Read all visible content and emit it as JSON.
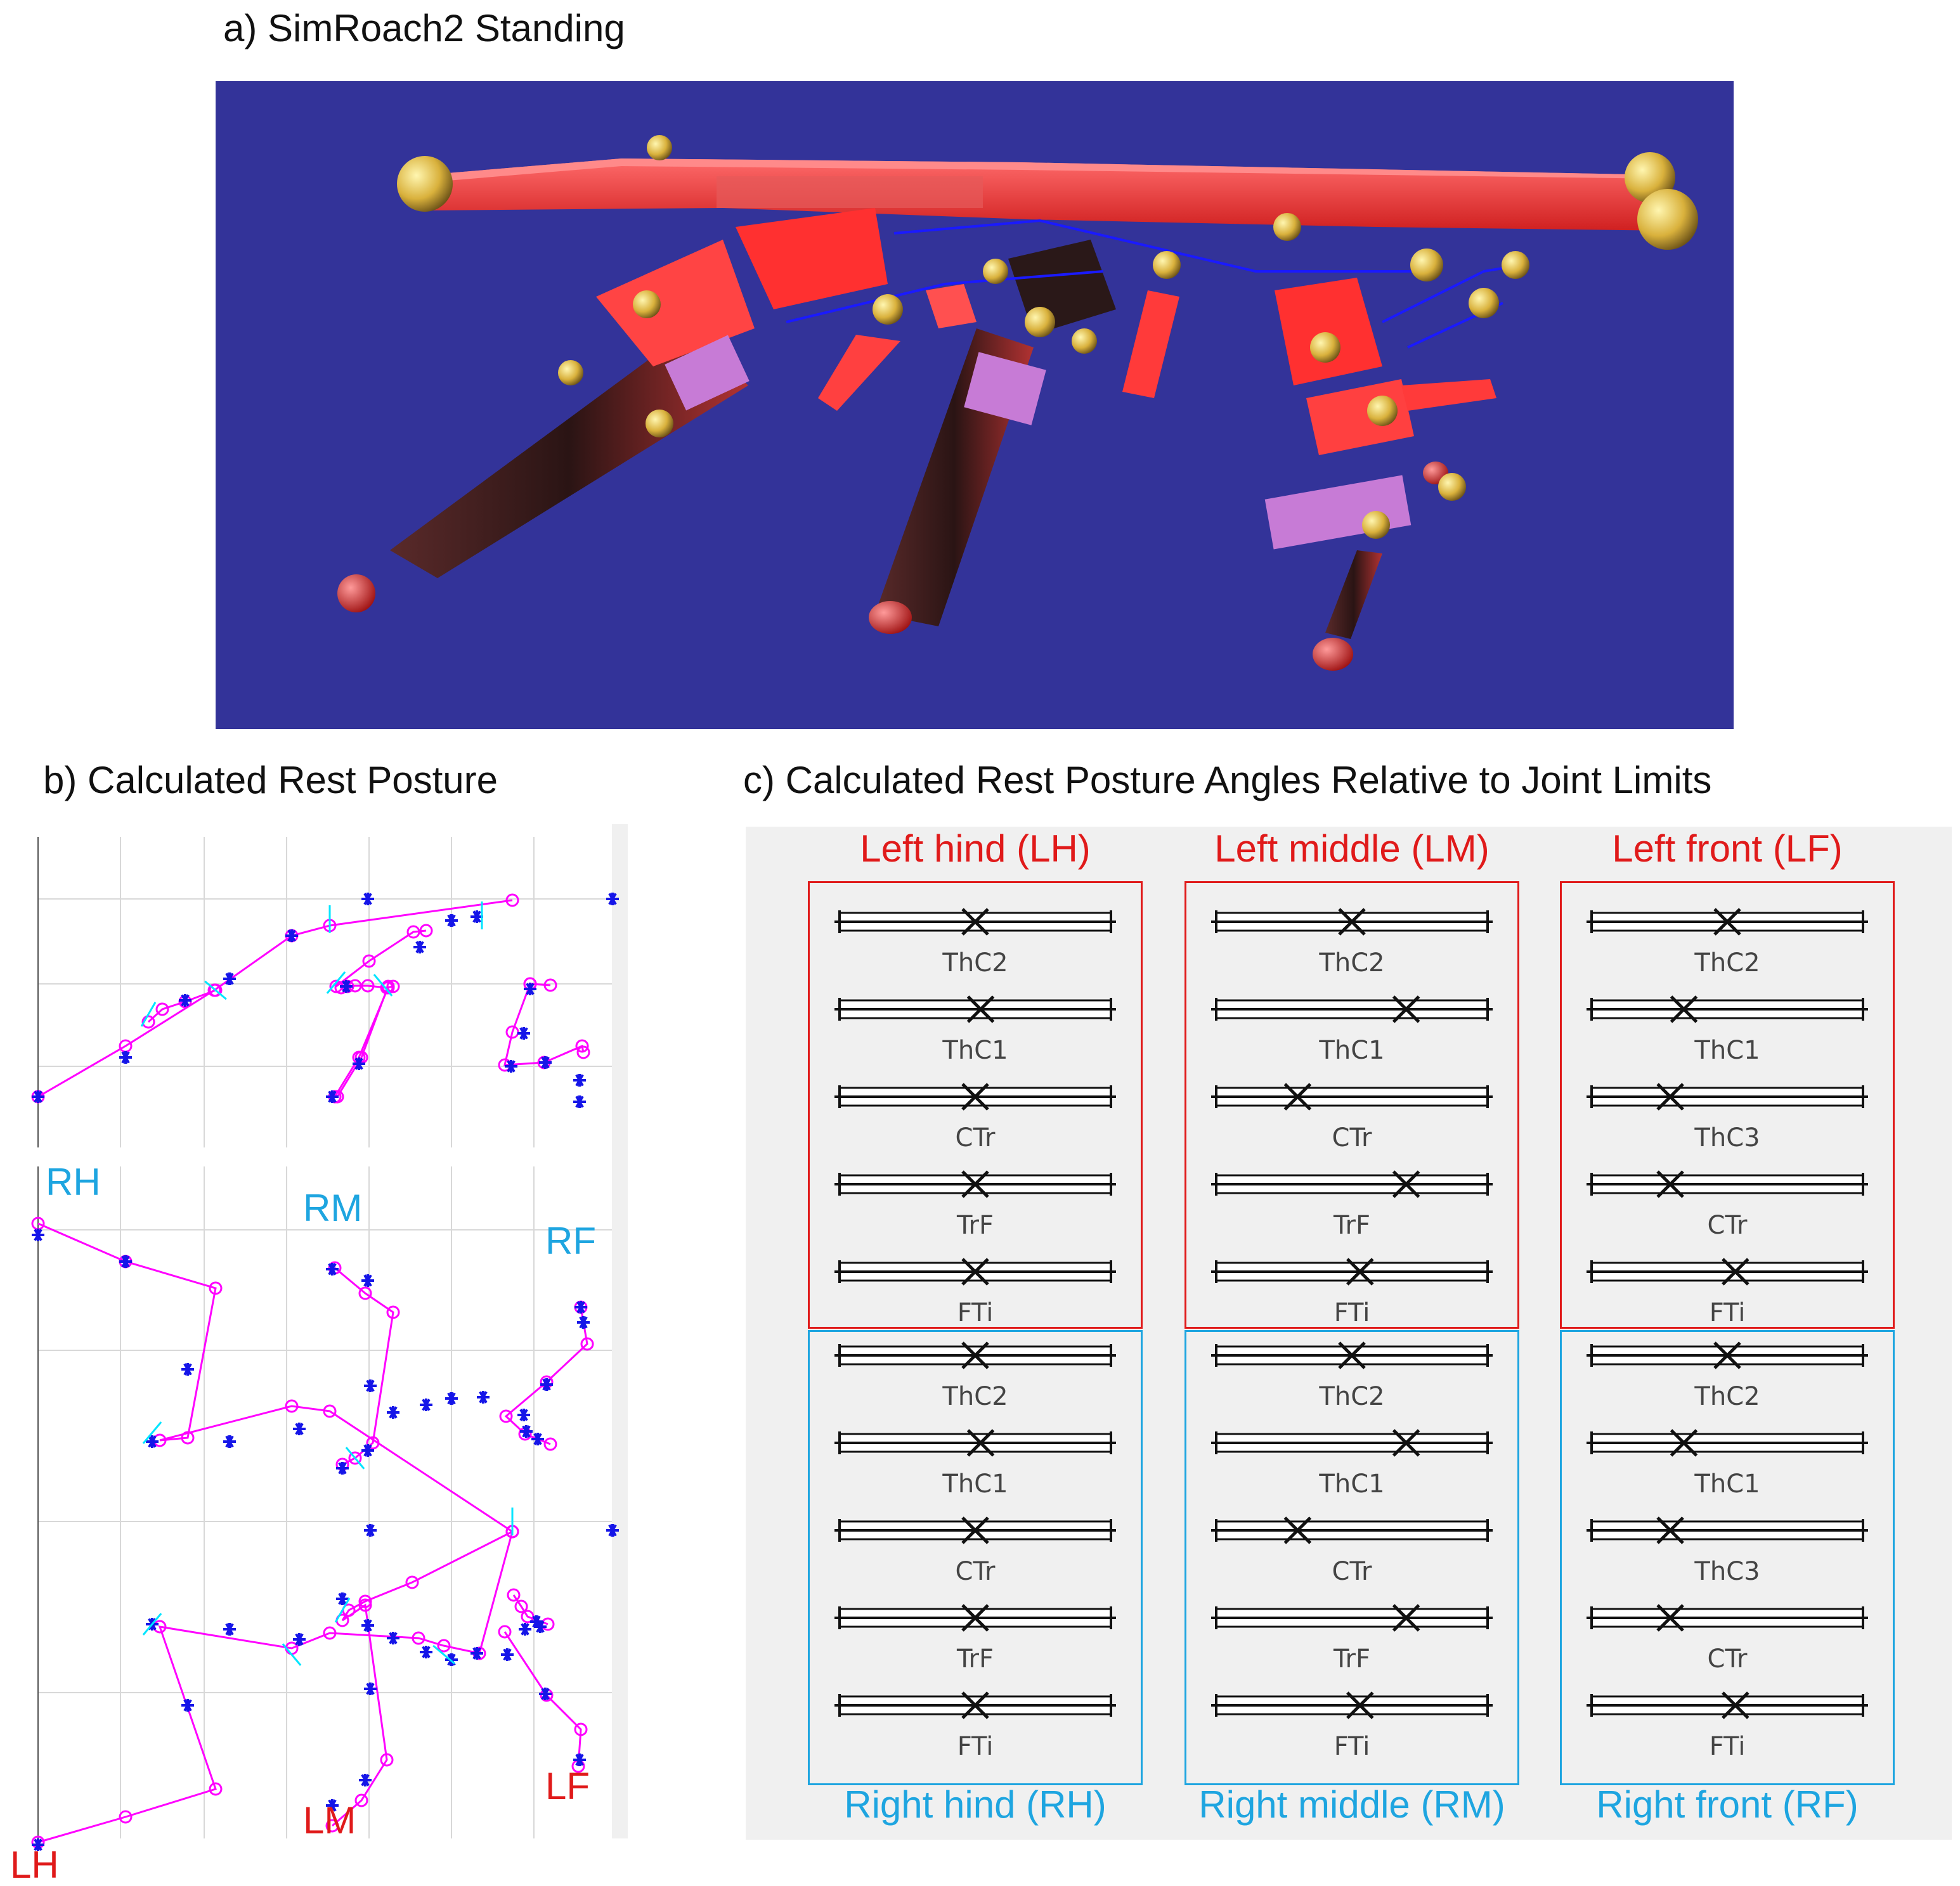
{
  "panel_a": {
    "title": "a) SimRoach2 Standing",
    "colors": {
      "background": "#333399",
      "body": "#ff3b3b",
      "dark": "#3a1e1e",
      "joint": "#d9c24a",
      "purple": "#c77bd6"
    }
  },
  "panel_b": {
    "title": "b) Calculated Rest Posture",
    "labels": {
      "rh": "RH",
      "rm": "RM",
      "rf": "RF",
      "lh": "LH",
      "lm": "LM",
      "lf": "LF"
    },
    "colors": {
      "line": "#ff00ff",
      "star": "#1515e8",
      "tick": "#00e5ff",
      "right": "#1ea5e0",
      "left": "#e01a1a"
    }
  },
  "panel_c": {
    "title": "c) Calculated Rest Posture Angles Relative to Joint Limits",
    "colors": {
      "left": "#e01a1a",
      "right": "#1ea5e0",
      "bg": "#f0f0f0"
    },
    "groups": [
      {
        "label": "Left hind (LH)",
        "side": "left",
        "col": 0,
        "joints": [
          {
            "name": "ThC2",
            "value": 0.5
          },
          {
            "name": "ThC1",
            "value": 0.52
          },
          {
            "name": "CTr",
            "value": 0.5
          },
          {
            "name": "TrF",
            "value": 0.5
          },
          {
            "name": "FTi",
            "value": 0.5
          }
        ]
      },
      {
        "label": "Left middle (LM)",
        "side": "left",
        "col": 1,
        "joints": [
          {
            "name": "ThC2",
            "value": 0.5
          },
          {
            "name": "ThC1",
            "value": 0.7
          },
          {
            "name": "CTr",
            "value": 0.3
          },
          {
            "name": "TrF",
            "value": 0.7
          },
          {
            "name": "FTi",
            "value": 0.53
          }
        ]
      },
      {
        "label": "Left front (LF)",
        "side": "left",
        "col": 2,
        "joints": [
          {
            "name": "ThC2",
            "value": 0.5
          },
          {
            "name": "ThC1",
            "value": 0.34
          },
          {
            "name": "ThC3",
            "value": 0.29
          },
          {
            "name": "CTr",
            "value": 0.29
          },
          {
            "name": "FTi",
            "value": 0.53
          }
        ]
      },
      {
        "label": "Right hind (RH)",
        "side": "right",
        "col": 0,
        "joints": [
          {
            "name": "ThC2",
            "value": 0.5
          },
          {
            "name": "ThC1",
            "value": 0.52
          },
          {
            "name": "CTr",
            "value": 0.5
          },
          {
            "name": "TrF",
            "value": 0.5
          },
          {
            "name": "FTi",
            "value": 0.5
          }
        ]
      },
      {
        "label": "Right middle (RM)",
        "side": "right",
        "col": 1,
        "joints": [
          {
            "name": "ThC2",
            "value": 0.5
          },
          {
            "name": "ThC1",
            "value": 0.7
          },
          {
            "name": "CTr",
            "value": 0.3
          },
          {
            "name": "TrF",
            "value": 0.7
          },
          {
            "name": "FTi",
            "value": 0.53
          }
        ]
      },
      {
        "label": "Right front (RF)",
        "side": "right",
        "col": 2,
        "joints": [
          {
            "name": "ThC2",
            "value": 0.5
          },
          {
            "name": "ThC1",
            "value": 0.34
          },
          {
            "name": "ThC3",
            "value": 0.29
          },
          {
            "name": "CTr",
            "value": 0.29
          },
          {
            "name": "FTi",
            "value": 0.53
          }
        ]
      }
    ]
  }
}
